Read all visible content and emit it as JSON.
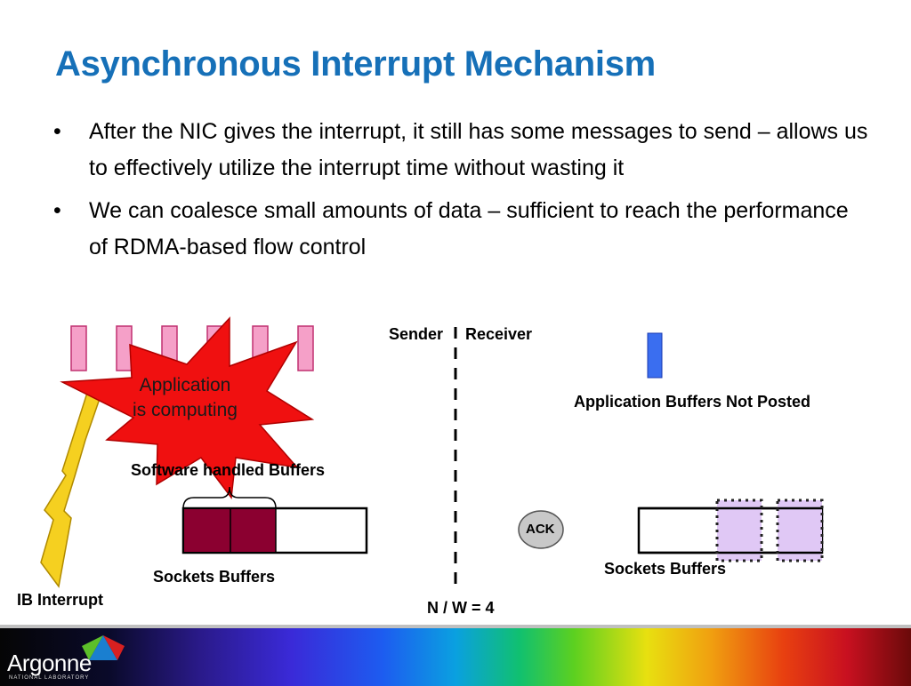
{
  "slide": {
    "title": "Asynchronous Interrupt Mechanism",
    "bullets": [
      {
        "marker": "•",
        "text": "After the NIC gives the interrupt, it still has some messages to send – allows us to effectively utilize the interrupt time without wasting it"
      },
      {
        "marker": "•",
        "text": "We can coalesce small amounts of data – sufficient to reach the performance of RDMA-based flow control"
      }
    ]
  },
  "diagram": {
    "sender_label": "Sender",
    "receiver_label": "Receiver",
    "starburst_line1": "Application",
    "starburst_line2": "is computing",
    "software_buffers_label": "Software handled Buffers",
    "sender_sockets_label": "Sockets Buffers",
    "ib_interrupt_label": "IB Interrupt",
    "nw_label": "N / W = 4",
    "ack_label": "ACK",
    "app_buffers_label": "Application Buffers Not Posted",
    "receiver_sockets_label": "Sockets Buffers",
    "colors": {
      "title": "#1670b8",
      "pink_buffer": "#f5a0c8",
      "starburst": "#f01010",
      "bolt": "#f5d020",
      "filled_buffer": "#8b0030",
      "app_buffer": "#3a6ef0",
      "lavender": "#e0c8f5",
      "ack_fill": "#c8c8c8"
    }
  },
  "footer": {
    "logo_word": "Argonne",
    "logo_sub": "NATIONAL LABORATORY"
  }
}
